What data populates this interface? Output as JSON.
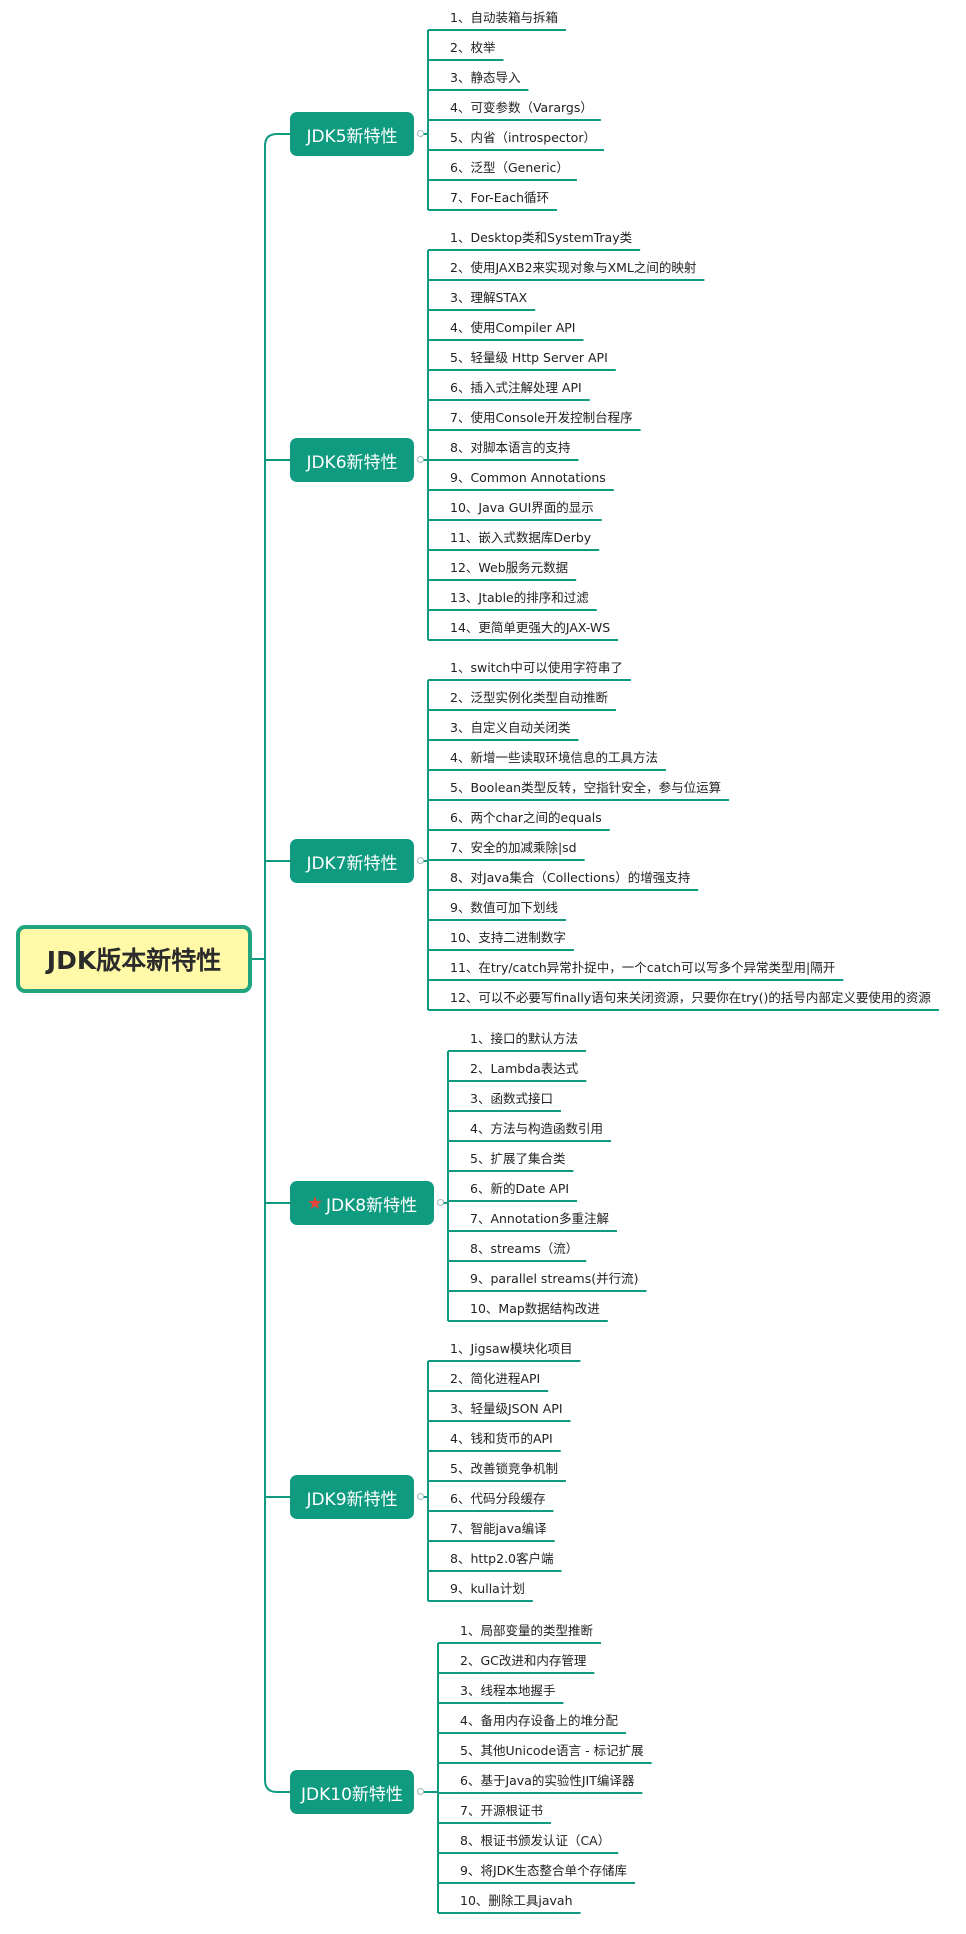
{
  "root": {
    "label": "JDK版本新特性"
  },
  "colors": {
    "line": "#0f9b80",
    "branch_fill": "#0f9b80",
    "root_fill": "#fff9a8",
    "root_border": "#21a57e",
    "star": "#e8453c"
  },
  "branches": [
    {
      "label": "JDK5新特性",
      "starred": false,
      "items": [
        "1、自动装箱与拆箱",
        "2、枚举",
        "3、静态导入",
        "4、可变参数（Varargs）",
        "5、内省（introspector）",
        "6、泛型（Generic）",
        "7、For-Each循环"
      ]
    },
    {
      "label": "JDK6新特性",
      "starred": false,
      "items": [
        "1、Desktop类和SystemTray类",
        "2、使用JAXB2来实现对象与XML之间的映射",
        "3、理解STAX",
        "4、使用Compiler API",
        "5、轻量级 Http Server API",
        "6、插入式注解处理 API",
        "7、使用Console开发控制台程序",
        "8、对脚本语言的支持",
        "9、Common Annotations",
        "10、Java GUI界面的显示",
        "11、嵌入式数据库Derby",
        "12、Web服务元数据",
        "13、Jtable的排序和过滤",
        "14、更简单更强大的JAX-WS"
      ]
    },
    {
      "label": "JDK7新特性",
      "starred": false,
      "items": [
        "1、switch中可以使用字符串了",
        "2、泛型实例化类型自动推断",
        "3、自定义自动关闭类",
        "4、新增一些读取环境信息的工具方法",
        "5、Boolean类型反转，空指针安全，参与位运算",
        "6、两个char之间的equals",
        "7、安全的加减乘除|sd",
        "8、对Java集合（Collections）的增强支持",
        "9、数值可加下划线",
        "10、支持二进制数字",
        "11、在try/catch异常扑捉中，一个catch可以写多个异常类型用|隔开",
        "12、可以不必要写finally语句来关闭资源，只要你在try()的括号内部定义要使用的资源"
      ]
    },
    {
      "label": "JDK8新特性",
      "starred": true,
      "items": [
        "1、接口的默认方法",
        "2、Lambda表达式",
        "3、函数式接口",
        "4、方法与构造函数引用",
        "5、扩展了集合类",
        "6、新的Date API",
        "7、Annotation多重注解",
        "8、streams（流）",
        "9、parallel streams(并行流)",
        "10、Map数据结构改进"
      ]
    },
    {
      "label": "JDK9新特性",
      "starred": false,
      "items": [
        "1、Jigsaw模块化项目",
        "2、简化进程API",
        "3、轻量级JSON API",
        "4、钱和货币的API",
        "5、改善锁竞争机制",
        "6、代码分段缓存",
        "7、智能java编译",
        "8、http2.0客户端",
        "9、kulla计划"
      ]
    },
    {
      "label": "JDK10新特性",
      "starred": false,
      "items": [
        "1、局部变量的类型推断",
        "2、GC改进和内存管理",
        "3、线程本地握手",
        "4、备用内存设备上的堆分配",
        "5、其他Unicode语言 - 标记扩展",
        "6、基于Java的实验性JIT编译器",
        "7、开源根证书",
        "8、根证书颁发认证（CA）",
        "9、将JDK生态整合单个存储库",
        "10、删除工具javah"
      ]
    }
  ]
}
